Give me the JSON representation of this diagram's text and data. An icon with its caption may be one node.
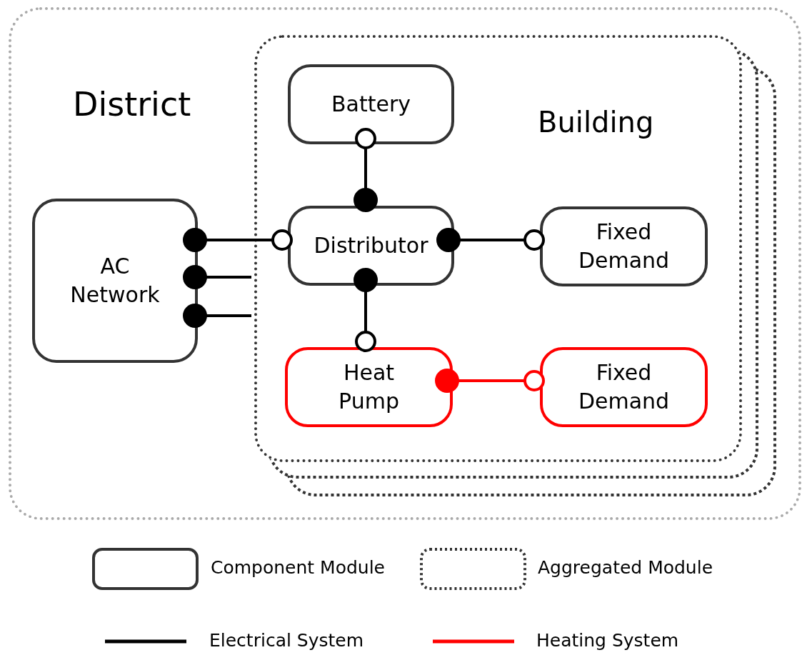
{
  "diagram": {
    "nodes": [
      {
        "text": [
          "District"
        ]
      },
      {
        "text": [
          "Building"
        ],
        "in": 0
      },
      {
        "text": [
          "Battery"
        ],
        "in": 1
      },
      {
        "text": [
          "AC Network"
        ],
        "in": 0
      },
      {
        "text": [
          "Distributor"
        ],
        "in": 1
      },
      {
        "text": [
          "Fixed Demand"
        ],
        "in": 1
      },
      {
        "text": [
          "Heat Pump"
        ],
        "in": 1
      },
      {
        "text": [
          "Fixed Demand"
        ],
        "in": 1
      }
    ],
    "edges": [
      {
        "from": 4,
        "to": 2,
        "arrow": "other"
      },
      {
        "from": 3,
        "to": 4,
        "arrow": "other"
      },
      {
        "from": 3,
        "to": 1,
        "arrow": "other"
      },
      {
        "from": 3,
        "to": 1,
        "arrow": "other"
      },
      {
        "from": 4,
        "to": 5,
        "arrow": "other"
      },
      {
        "from": 4,
        "to": 6,
        "arrow": "other"
      },
      {
        "from": 6,
        "to": 7,
        "arrow": "other",
        "color": "#ff0000"
      }
    ],
    "legend": [
      {
        "text": "Component Module"
      },
      {
        "text": "Aggregated Module"
      },
      {
        "text": "Electrical System"
      },
      {
        "text": "Heating System"
      }
    ]
  }
}
